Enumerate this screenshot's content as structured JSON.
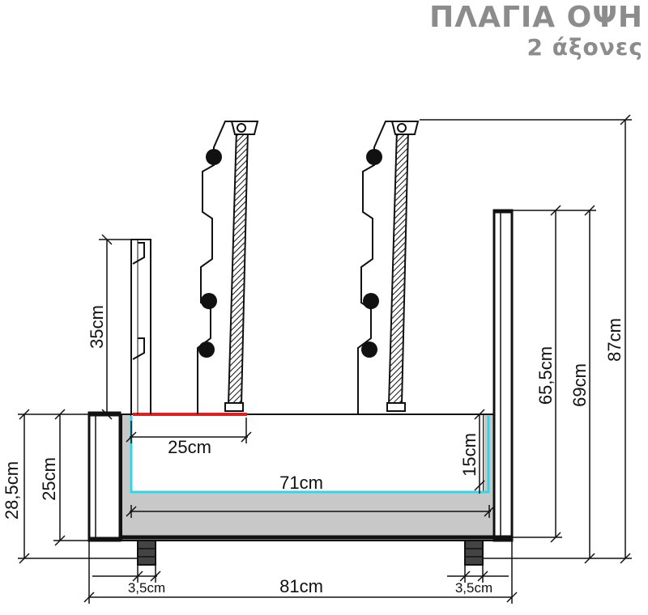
{
  "title": "ΠΛΑΓΙΑ ΟΨΗ",
  "subtitle": "2 άξονες",
  "dimensions": {
    "shelf_height": "35cm",
    "tray_top_width": "25cm",
    "inner_width": "71cm",
    "inner_depth": "15cm",
    "left_outer_height": "28,5cm",
    "left_inner_height": "25cm",
    "right_panel_inner": "65,5cm",
    "right_panel_outer": "69cm",
    "total_height": "87cm",
    "total_width": "81cm",
    "left_foot": "3,5cm",
    "right_foot": "3,5cm"
  },
  "colors": {
    "water_line": "#33d6e8",
    "top_edge": "#e02020",
    "basin_fill": "#c8c8c8",
    "outline": "#111111",
    "title": "#8c8c8c"
  }
}
